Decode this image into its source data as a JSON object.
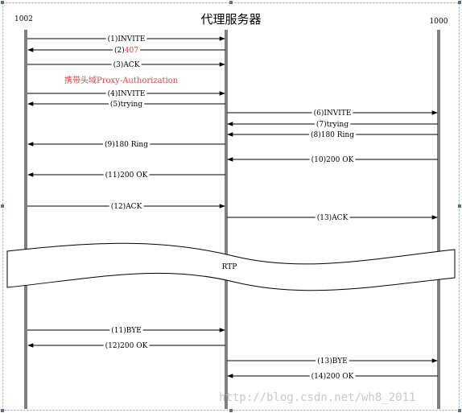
{
  "diagram": {
    "title": "代理服务器",
    "left_endpoint": "1002",
    "right_endpoint": "1000",
    "note": "携带头域Proxy-Authorization",
    "band_label": "RTP",
    "watermark": "http://blog.csdn.net/wh8_2011",
    "accent_color": "#e8403b",
    "messages": [
      {
        "prefix": "(1)",
        "text": "INVITE",
        "from": "1002",
        "to": "proxy"
      },
      {
        "prefix": "(2)",
        "text": "407",
        "from": "proxy",
        "to": "1002",
        "highlight": true
      },
      {
        "prefix": "(3)",
        "text": "ACK",
        "from": "1002",
        "to": "proxy"
      },
      {
        "prefix": "(4)",
        "text": "INVITE",
        "from": "1002",
        "to": "proxy"
      },
      {
        "prefix": "(5)",
        "text": "trying",
        "from": "proxy",
        "to": "1002"
      },
      {
        "prefix": "(6)",
        "text": "INVITE",
        "from": "proxy",
        "to": "1000"
      },
      {
        "prefix": "(7)",
        "text": "trying",
        "from": "1000",
        "to": "proxy"
      },
      {
        "prefix": "(8)",
        "text": "180 Ring",
        "from": "1000",
        "to": "proxy"
      },
      {
        "prefix": "(9)",
        "text": "180 Ring",
        "from": "proxy",
        "to": "1002"
      },
      {
        "prefix": "(10)",
        "text": "200 OK",
        "from": "1000",
        "to": "proxy"
      },
      {
        "prefix": "(11)",
        "text": "200 OK",
        "from": "proxy",
        "to": "1002"
      },
      {
        "prefix": "(12)",
        "text": "ACK",
        "from": "1002",
        "to": "proxy"
      },
      {
        "prefix": "(13)",
        "text": "ACK",
        "from": "proxy",
        "to": "1000"
      },
      {
        "prefix": "(11)",
        "text": "BYE",
        "from": "1002",
        "to": "proxy"
      },
      {
        "prefix": "(12)",
        "text": "200 OK",
        "from": "proxy",
        "to": "1002"
      },
      {
        "prefix": "(13)",
        "text": "BYE",
        "from": "proxy",
        "to": "1000"
      },
      {
        "prefix": "(14)",
        "text": "200 OK",
        "from": "1000",
        "to": "proxy"
      }
    ]
  }
}
